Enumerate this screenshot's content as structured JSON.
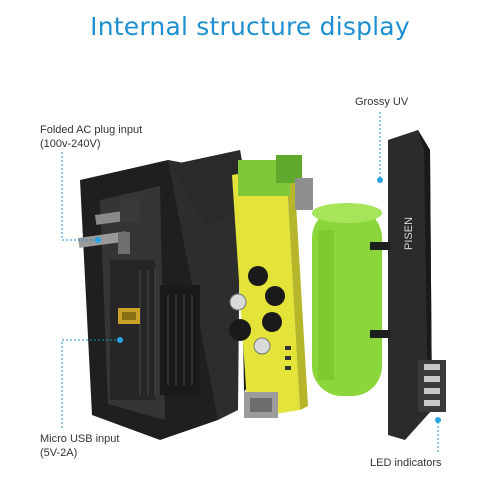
{
  "title": "Internal structure display",
  "labels": {
    "folded_plug": [
      "Folded AC plug input",
      "(100v-240V)"
    ],
    "micro_usb": [
      "Micro USB input",
      "(5V-2A)"
    ],
    "glossy_uv": "Grossy UV",
    "led": "LED indicators"
  },
  "brand": "PISEN",
  "colors": {
    "accent": "#1e8fd0",
    "housing": "#2b2b2b",
    "pcb": "#e3e33a",
    "battery": "#8bd63a"
  }
}
